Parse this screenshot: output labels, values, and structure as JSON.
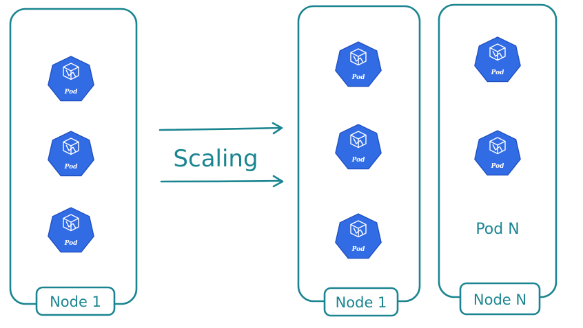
{
  "colors": {
    "accent": "#1a8590",
    "pod_fill": "#326ce5",
    "pod_stroke": "#1f4fbf",
    "background": "#ffffff"
  },
  "icons": {
    "pod": "kubernetes-pod-icon"
  },
  "pod_label": "Pod",
  "scaling": {
    "label": "Scaling"
  },
  "before": {
    "node_label": "Node 1",
    "pod_count": 3
  },
  "after": {
    "node1_label": "Node 1",
    "node1_pod_count": 3,
    "nodeN_label": "Node N",
    "nodeN_pod_count": 2,
    "nodeN_text": "Pod N"
  }
}
